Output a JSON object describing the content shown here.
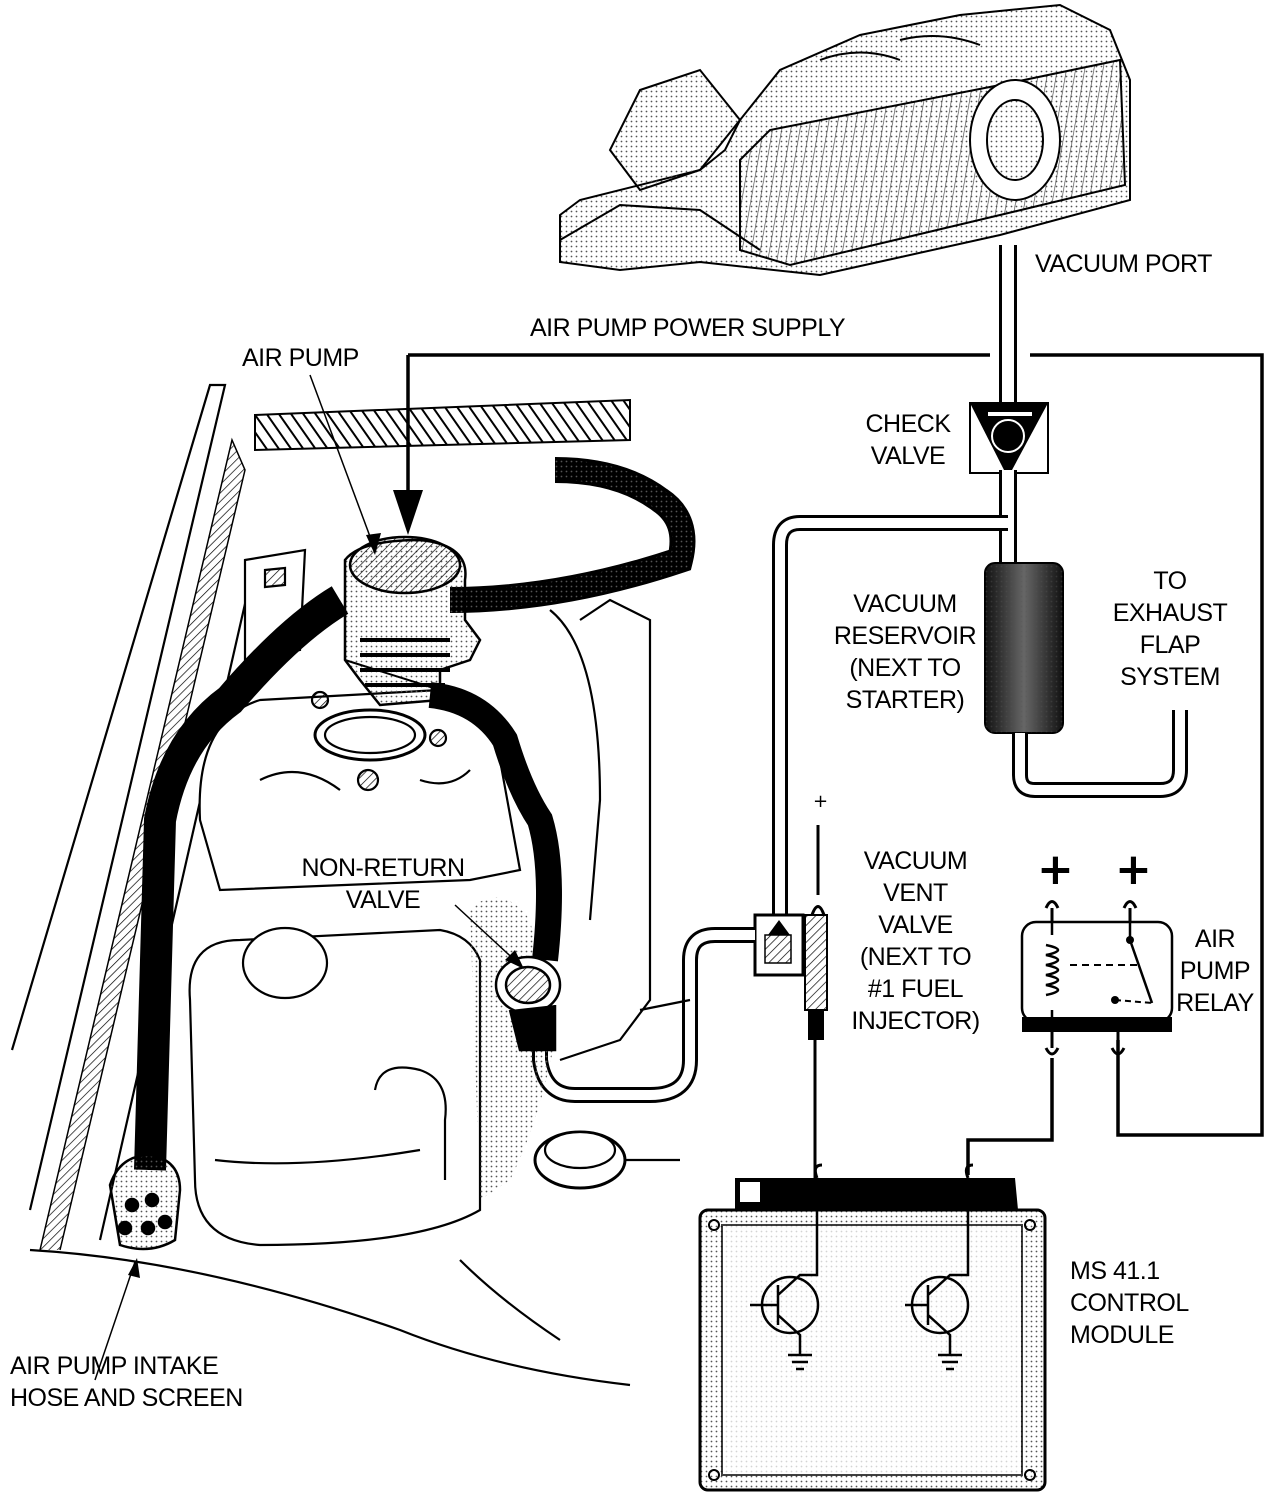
{
  "labels": {
    "vacuum_port": "VACUUM PORT",
    "air_pump_power_supply": "AIR PUMP POWER SUPPLY",
    "air_pump": "AIR PUMP",
    "check_valve": [
      "CHECK",
      "VALVE"
    ],
    "vacuum_reservoir": [
      "VACUUM",
      "RESERVOIR",
      "(NEXT TO",
      "STARTER)"
    ],
    "to_exhaust": [
      "TO",
      "EXHAUST",
      "FLAP",
      "SYSTEM"
    ],
    "non_return_valve": [
      "NON-RETURN",
      "VALVE"
    ],
    "vacuum_vent_valve": [
      "VACUUM",
      "VENT",
      "VALVE",
      "(NEXT TO",
      "#1 FUEL",
      "INJECTOR)"
    ],
    "air_pump_relay": [
      "AIR",
      "PUMP",
      "RELAY"
    ],
    "intake_hose": [
      "AIR PUMP INTAKE",
      "HOSE AND SCREEN"
    ],
    "control_module": [
      "MS 41.1",
      "CONTROL",
      "MODULE"
    ]
  },
  "symbols": {
    "plus_sign": "+"
  }
}
